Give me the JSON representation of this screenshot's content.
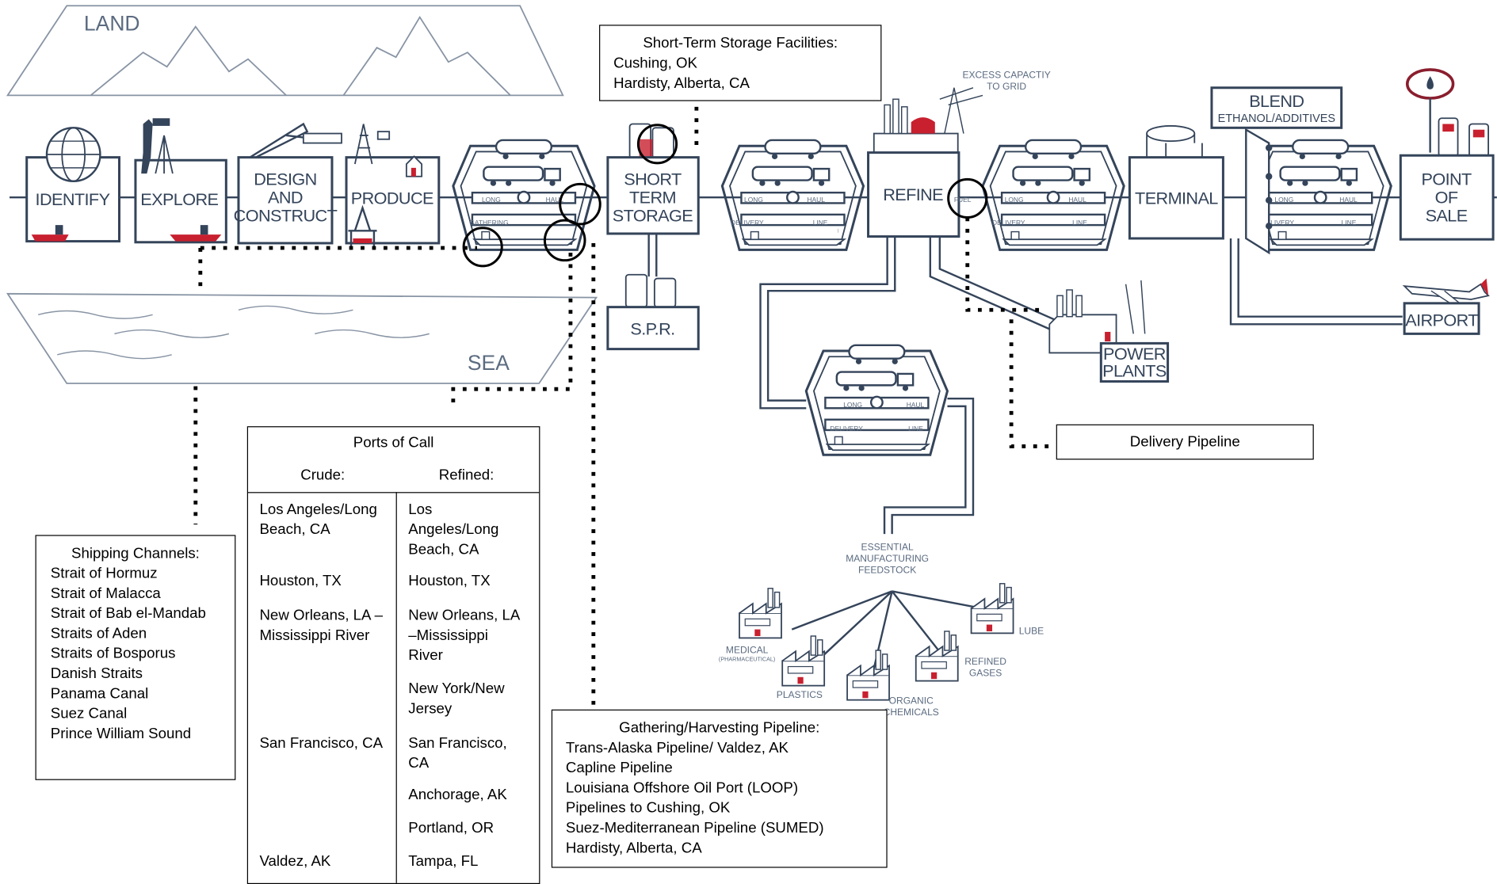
{
  "regions": {
    "land": "LAND",
    "sea": "SEA"
  },
  "stages": {
    "identify": "IDENTIFY",
    "explore": "EXPLORE",
    "design": [
      "DESIGN",
      "AND",
      "CONSTRUCT"
    ],
    "produce": "PRODUCE",
    "short_term": [
      "SHORT",
      "TERM",
      "STORAGE"
    ],
    "spr": "S.P.R.",
    "refine": "REFINE",
    "terminal": "TERMINAL",
    "point_of_sale": [
      "POINT",
      "OF",
      "SALE"
    ],
    "blend": [
      "BLEND",
      "ETHANOL/ADDITIVES"
    ],
    "airport": "AIRPORT",
    "power_plants": [
      "POWER",
      "PLANTS"
    ]
  },
  "transport_labels": {
    "long": "LONG",
    "haul": "HAUL",
    "delivery": "DELIVERY",
    "line": "LINE",
    "gathering": "GATHERING",
    "fuel": "FUEL"
  },
  "excess_capacity": [
    "EXCESS CAPACTIY",
    "TO GRID"
  ],
  "feedstock": {
    "title": [
      "ESSENTIAL",
      "MANUFACTURING",
      "FEEDSTOCK"
    ],
    "medical": [
      "MEDICAL",
      "(PHARMACEUTICAL)"
    ],
    "plastics": "PLASTICS",
    "organic": [
      "ORGANIC",
      "CHEMICALS"
    ],
    "refined_gases": [
      "REFINED",
      "GASES"
    ],
    "lube": "LUBE"
  },
  "storage_box": {
    "title": "Short-Term Storage Facilities:",
    "items": [
      "Cushing, OK",
      "Hardisty,  Alberta, CA"
    ]
  },
  "delivery_box": {
    "title": "Delivery Pipeline"
  },
  "shipping_box": {
    "title": "Shipping Channels:",
    "items": [
      "Strait of Hormuz",
      "Strait of Malacca",
      "Strait of Bab el-Mandab",
      "Straits of Aden",
      "Straits of Bosporus",
      "Danish Straits",
      "Panama Canal",
      "Suez Canal",
      "Prince William Sound"
    ]
  },
  "ports_box": {
    "title": "Ports of Call",
    "crude_header": "Crude:",
    "refined_header": "Refined:",
    "crude": [
      "Los Angeles/Long",
      "Beach, CA",
      "Houston, TX",
      "New Orleans, LA –",
      "Mississippi River",
      "San Francisco, CA",
      "Valdez, AK"
    ],
    "refined": [
      "Los",
      "Angeles/Long",
      "Beach, CA",
      "Houston, TX",
      "New Orleans, LA",
      "–Mississippi",
      "River",
      "New York/New",
      "Jersey",
      "San Francisco,",
      "CA",
      "Anchorage, AK",
      "Portland, OR",
      "Tampa, FL"
    ]
  },
  "gathering_box": {
    "title": "Gathering/Harvesting Pipeline:",
    "items": [
      "Trans-Alaska Pipeline/ Valdez,  AK",
      "Capline Pipeline",
      "Louisiana Offshore Oil Port (LOOP)",
      "Pipelines to Cushing, OK",
      "Suez-Mediterranean Pipeline (SUMED)",
      "Hardisty,  Alberta, CA"
    ]
  },
  "colors": {
    "line": "#34445a",
    "accent": "#c8202f",
    "dots": "#000000"
  },
  "icons": [
    "globe-icon",
    "surveyor-icon",
    "crane-icon",
    "oil-derrick-icon",
    "offshore-platform-icon",
    "ship-icon",
    "train-tanker-icon",
    "truck-tanker-icon",
    "pipeline-icon",
    "barge-icon",
    "storage-tank-icon",
    "refinery-icon",
    "power-line-icon",
    "terminal-tank-icon",
    "gas-pump-icon",
    "airplane-icon",
    "factory-icon",
    "drop-icon"
  ]
}
